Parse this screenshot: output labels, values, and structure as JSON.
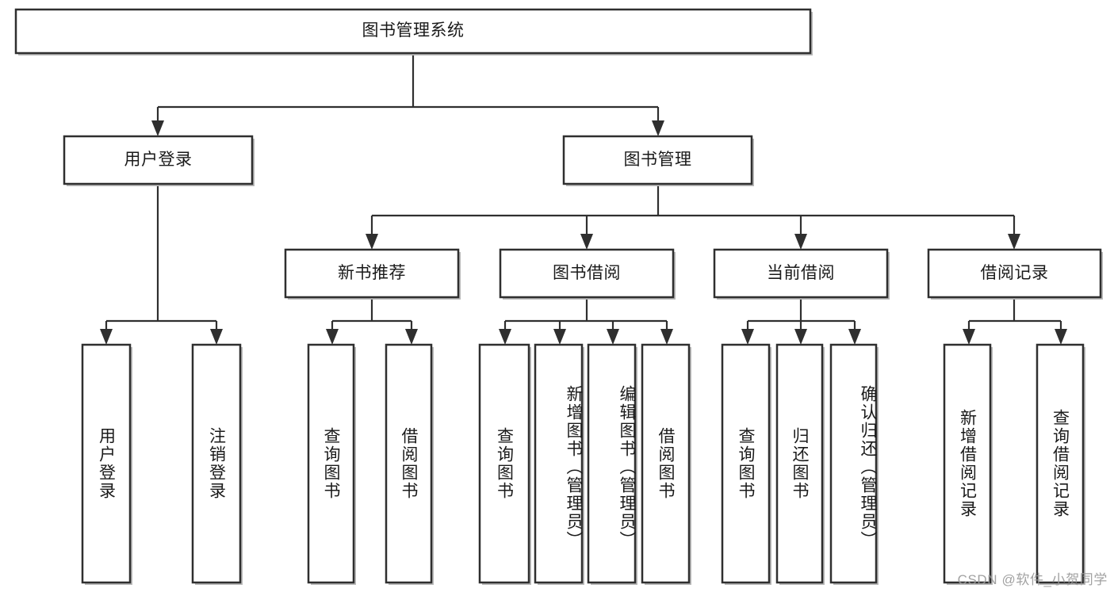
{
  "diagram": {
    "type": "tree-hierarchy",
    "title": "图书管理系统",
    "watermark": "CSDN @软件_小贺同学",
    "colors": {
      "box_fill": "#ffffff",
      "box_stroke": "#2f2f2f",
      "text": "#1a1a1a",
      "watermark": "#9a9a9a",
      "background": "#ffffff"
    },
    "levels": {
      "root": {
        "label": "图书管理系统"
      },
      "level2": [
        {
          "label": "用户登录"
        },
        {
          "label": "图书管理"
        }
      ],
      "level3": [
        {
          "label": "新书推荐"
        },
        {
          "label": "图书借阅"
        },
        {
          "label": "当前借阅"
        },
        {
          "label": "借阅记录"
        }
      ],
      "leaves": {
        "user_login": [
          {
            "label": "用户登录"
          },
          {
            "label": "注销登录"
          }
        ],
        "new_book_recommend": [
          {
            "label": "查询图书"
          },
          {
            "label": "借阅图书"
          }
        ],
        "book_borrow": [
          {
            "label": "查询图书"
          },
          {
            "label": "新增图书（管理员）"
          },
          {
            "label": "编辑图书（管理员）"
          },
          {
            "label": "借阅图书"
          }
        ],
        "current_borrow": [
          {
            "label": "查询图书"
          },
          {
            "label": "归还图书"
          },
          {
            "label": "确认归还（管理员）"
          }
        ],
        "borrow_record": [
          {
            "label": "新增借阅记录"
          },
          {
            "label": "查询借阅记录"
          }
        ]
      }
    },
    "tree_structure": {
      "图书管理系统": {
        "用户登录": [
          "用户登录",
          "注销登录"
        ],
        "图书管理": {
          "新书推荐": [
            "查询图书",
            "借阅图书"
          ],
          "图书借阅": [
            "查询图书",
            "新增图书（管理员）",
            "编辑图书（管理员）",
            "借阅图书"
          ],
          "当前借阅": [
            "查询图书",
            "归还图书",
            "确认归还（管理员）"
          ],
          "借阅记录": [
            "新增借阅记录",
            "查询借阅记录"
          ]
        }
      }
    }
  }
}
